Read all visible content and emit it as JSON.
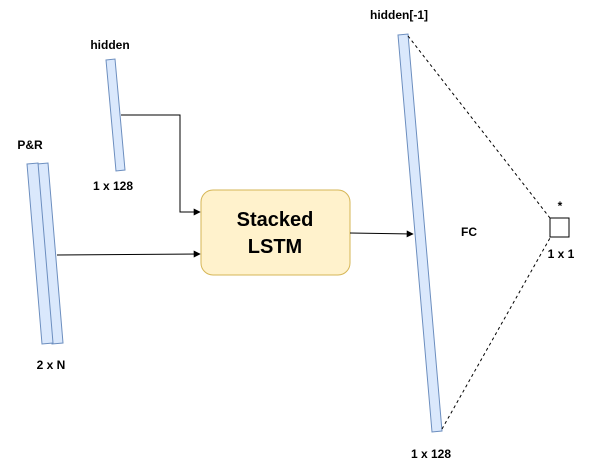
{
  "labels": {
    "hidden": "hidden",
    "hidden_dim": "1 x 128",
    "pr": "P&R",
    "pr_dim": "2 x N",
    "hidden_last": "hidden[-1]",
    "hidden_last_dim": "1 x 128",
    "fc": "FC",
    "output_dim": "1 x 1",
    "output_mark": "*"
  },
  "lstm": {
    "line1": "Stacked",
    "line2": "LSTM"
  },
  "colors": {
    "vector_fill": "#dae8fc",
    "vector_stroke": "#6c8ebf",
    "lstm_fill": "#fff2cc",
    "lstm_stroke": "#d6b656",
    "line": "#000000"
  }
}
